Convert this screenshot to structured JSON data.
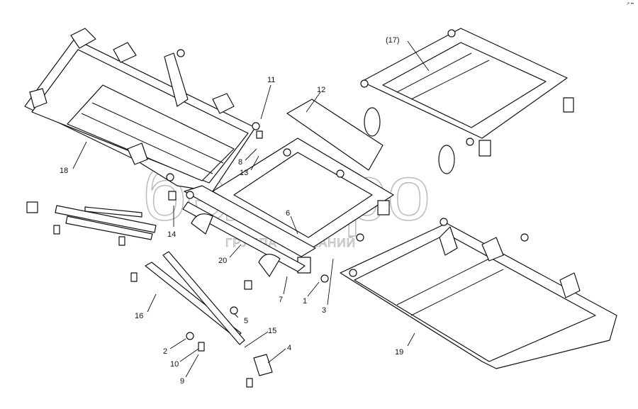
{
  "corner_mark": "↗ ••",
  "watermark": {
    "main": "белагро",
    "sub": "ГРУППА КОМПАНИЙ"
  },
  "callouts": [
    {
      "id": "c17",
      "text": "(17)"
    },
    {
      "id": "c11",
      "text": "11"
    },
    {
      "id": "c12",
      "text": "12"
    },
    {
      "id": "c18",
      "text": "18"
    },
    {
      "id": "c8",
      "text": "8"
    },
    {
      "id": "c13",
      "text": "13"
    },
    {
      "id": "c14",
      "text": "14"
    },
    {
      "id": "c6",
      "text": "6"
    },
    {
      "id": "c20",
      "text": "20"
    },
    {
      "id": "c7",
      "text": "7"
    },
    {
      "id": "c1",
      "text": "1"
    },
    {
      "id": "c3",
      "text": "3"
    },
    {
      "id": "c16",
      "text": "16"
    },
    {
      "id": "c5",
      "text": "5"
    },
    {
      "id": "c15",
      "text": "15"
    },
    {
      "id": "c2",
      "text": "2"
    },
    {
      "id": "c10",
      "text": "10"
    },
    {
      "id": "c4",
      "text": "4"
    },
    {
      "id": "c9",
      "text": "9"
    },
    {
      "id": "c19",
      "text": "19"
    }
  ]
}
